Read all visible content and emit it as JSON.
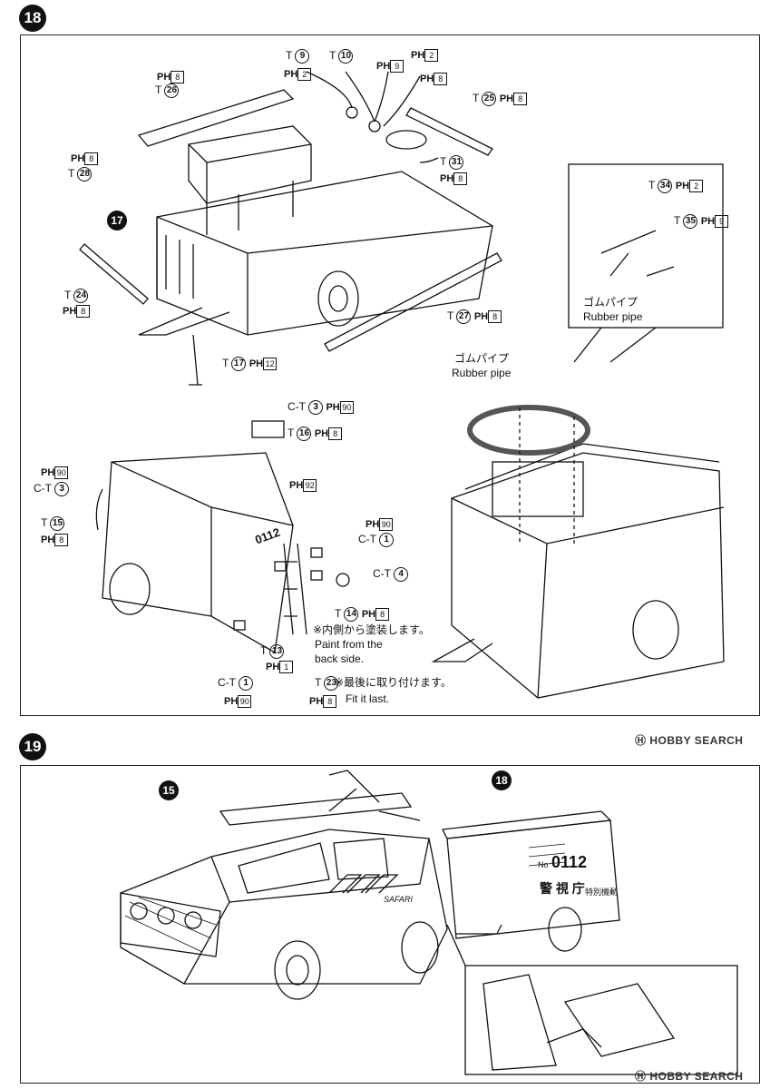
{
  "steps": {
    "step18": "18",
    "step19": "19"
  },
  "callouts": {
    "c17": "17",
    "c15": "15",
    "c18": "18"
  },
  "parts18": [
    {
      "key": "p9",
      "t": "T",
      "n": "9",
      "ph": "",
      "box": ""
    },
    {
      "key": "p9b",
      "t": "",
      "n": "",
      "ph": "PH",
      "box": "2"
    },
    {
      "key": "p10",
      "t": "T",
      "n": "10",
      "ph": "",
      "box": ""
    },
    {
      "key": "p10b",
      "t": "",
      "n": "",
      "ph": "PH",
      "box": "9"
    },
    {
      "key": "p10c",
      "t": "",
      "n": "",
      "ph": "PH",
      "box": "2"
    },
    {
      "key": "p10d",
      "t": "",
      "n": "",
      "ph": "PH",
      "box": "8"
    },
    {
      "key": "p26a",
      "t": "",
      "n": "",
      "ph": "PH",
      "box": "8"
    },
    {
      "key": "p26",
      "t": "T",
      "n": "26",
      "ph": "",
      "box": ""
    },
    {
      "key": "p25",
      "t": "T",
      "n": "25",
      "ph": "PH",
      "box": "8"
    },
    {
      "key": "p28a",
      "t": "",
      "n": "",
      "ph": "PH",
      "box": "8"
    },
    {
      "key": "p28",
      "t": "T",
      "n": "28",
      "ph": "",
      "box": ""
    },
    {
      "key": "p31",
      "t": "T",
      "n": "31",
      "ph": "",
      "box": ""
    },
    {
      "key": "p31b",
      "t": "",
      "n": "",
      "ph": "PH",
      "box": "8"
    },
    {
      "key": "p24",
      "t": "T",
      "n": "24",
      "ph": "",
      "box": ""
    },
    {
      "key": "p24b",
      "t": "",
      "n": "",
      "ph": "PH",
      "box": "8"
    },
    {
      "key": "p27",
      "t": "T",
      "n": "27",
      "ph": "PH",
      "box": "8"
    },
    {
      "key": "p17",
      "t": "T",
      "n": "17",
      "ph": "PH",
      "box": "12"
    },
    {
      "key": "p34",
      "t": "T",
      "n": "34",
      "ph": "PH",
      "box": "2"
    },
    {
      "key": "p35",
      "t": "T",
      "n": "35",
      "ph": "PH",
      "box": "9"
    },
    {
      "key": "ct3a",
      "t": "C-T",
      "n": "3",
      "ph": "PH",
      "box": "90"
    },
    {
      "key": "p16",
      "t": "T",
      "n": "16",
      "ph": "PH",
      "box": "8"
    },
    {
      "key": "ph90a",
      "t": "",
      "n": "",
      "ph": "PH",
      "box": "90"
    },
    {
      "key": "ct3b",
      "t": "C-T",
      "n": "3",
      "ph": "",
      "box": ""
    },
    {
      "key": "p15",
      "t": "T",
      "n": "15",
      "ph": "",
      "box": ""
    },
    {
      "key": "p15b",
      "t": "",
      "n": "",
      "ph": "PH",
      "box": "8"
    },
    {
      "key": "ph92",
      "t": "",
      "n": "",
      "ph": "PH",
      "box": "92"
    },
    {
      "key": "ph90b",
      "t": "",
      "n": "",
      "ph": "PH",
      "box": "90"
    },
    {
      "key": "ct1a",
      "t": "C-T",
      "n": "1",
      "ph": "",
      "box": ""
    },
    {
      "key": "ct4",
      "t": "C-T",
      "n": "4",
      "ph": "",
      "box": ""
    },
    {
      "key": "p14",
      "t": "T",
      "n": "14",
      "ph": "PH",
      "box": "8"
    },
    {
      "key": "p13",
      "t": "T",
      "n": "13",
      "ph": "",
      "box": ""
    },
    {
      "key": "p13b",
      "t": "",
      "n": "",
      "ph": "PH",
      "box": "1"
    },
    {
      "key": "ct1b",
      "t": "C-T",
      "n": "1",
      "ph": "",
      "box": ""
    },
    {
      "key": "ph90c",
      "t": "",
      "n": "",
      "ph": "PH",
      "box": "90"
    },
    {
      "key": "p23",
      "t": "T",
      "n": "23",
      "ph": "",
      "box": ""
    },
    {
      "key": "p23b",
      "t": "",
      "n": "",
      "ph": "PH",
      "box": "8"
    }
  ],
  "notes": {
    "rubber_jp_1": "ゴムパイプ",
    "rubber_en_1": "Rubber pipe",
    "rubber_jp_2": "ゴムパイプ",
    "rubber_en_2": "Rubber pipe",
    "paint_jp": "※内側から塗装します。",
    "paint_en1": "Paint from the",
    "paint_en2": "back side.",
    "last_jp": "※最後に取り付けます。",
    "last_en": "Fit it last."
  },
  "vehicle_text": {
    "number": "0112",
    "no_prefix": "No",
    "agency": "警 視 庁",
    "sub": "特別機動",
    "plate18": "0112",
    "badge": "SAFARI"
  },
  "watermark": "HOBBY SEARCH"
}
